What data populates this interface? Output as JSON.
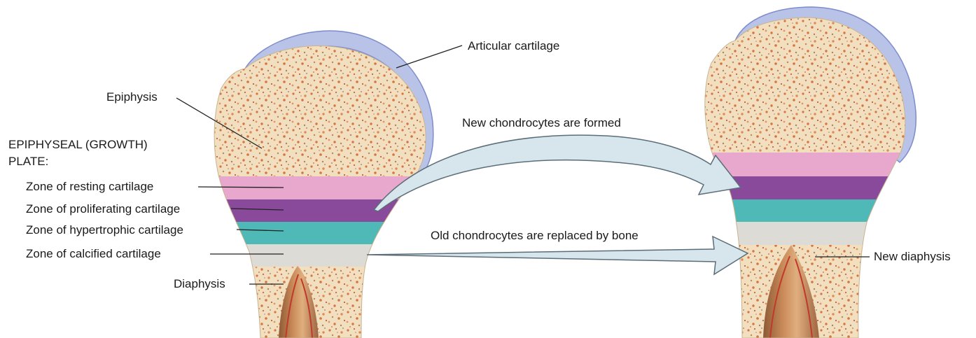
{
  "labels": {
    "articular_cartilage": "Articular cartilage",
    "epiphysis": "Epiphysis",
    "growth_plate_line1": "EPIPHYSEAL (GROWTH)",
    "growth_plate_line2": "PLATE:",
    "zone_resting": "Zone of resting cartilage",
    "zone_proliferating": "Zone of proliferating cartilage",
    "zone_hypertrophic": "Zone of hypertrophic cartilage",
    "zone_calcified": "Zone of calcified cartilage",
    "diaphysis": "Diaphysis",
    "new_chondrocytes": "New chondrocytes are formed",
    "old_chondrocytes": "Old chondrocytes are replaced by bone",
    "new_diaphysis": "New diaphysis"
  },
  "colors": {
    "bone_fill": "#f1dfc0",
    "bone_speckle": "#d8743f",
    "articular_cartilage": "#b9c3e8",
    "zone_resting": "#e8a7cc",
    "zone_proliferating": "#8a4a9c",
    "zone_hypertrophic": "#4fb9b7",
    "zone_calcified": "#dddbd6",
    "marrow": "#b37548",
    "arrow_fill": "#d7e6ec"
  }
}
